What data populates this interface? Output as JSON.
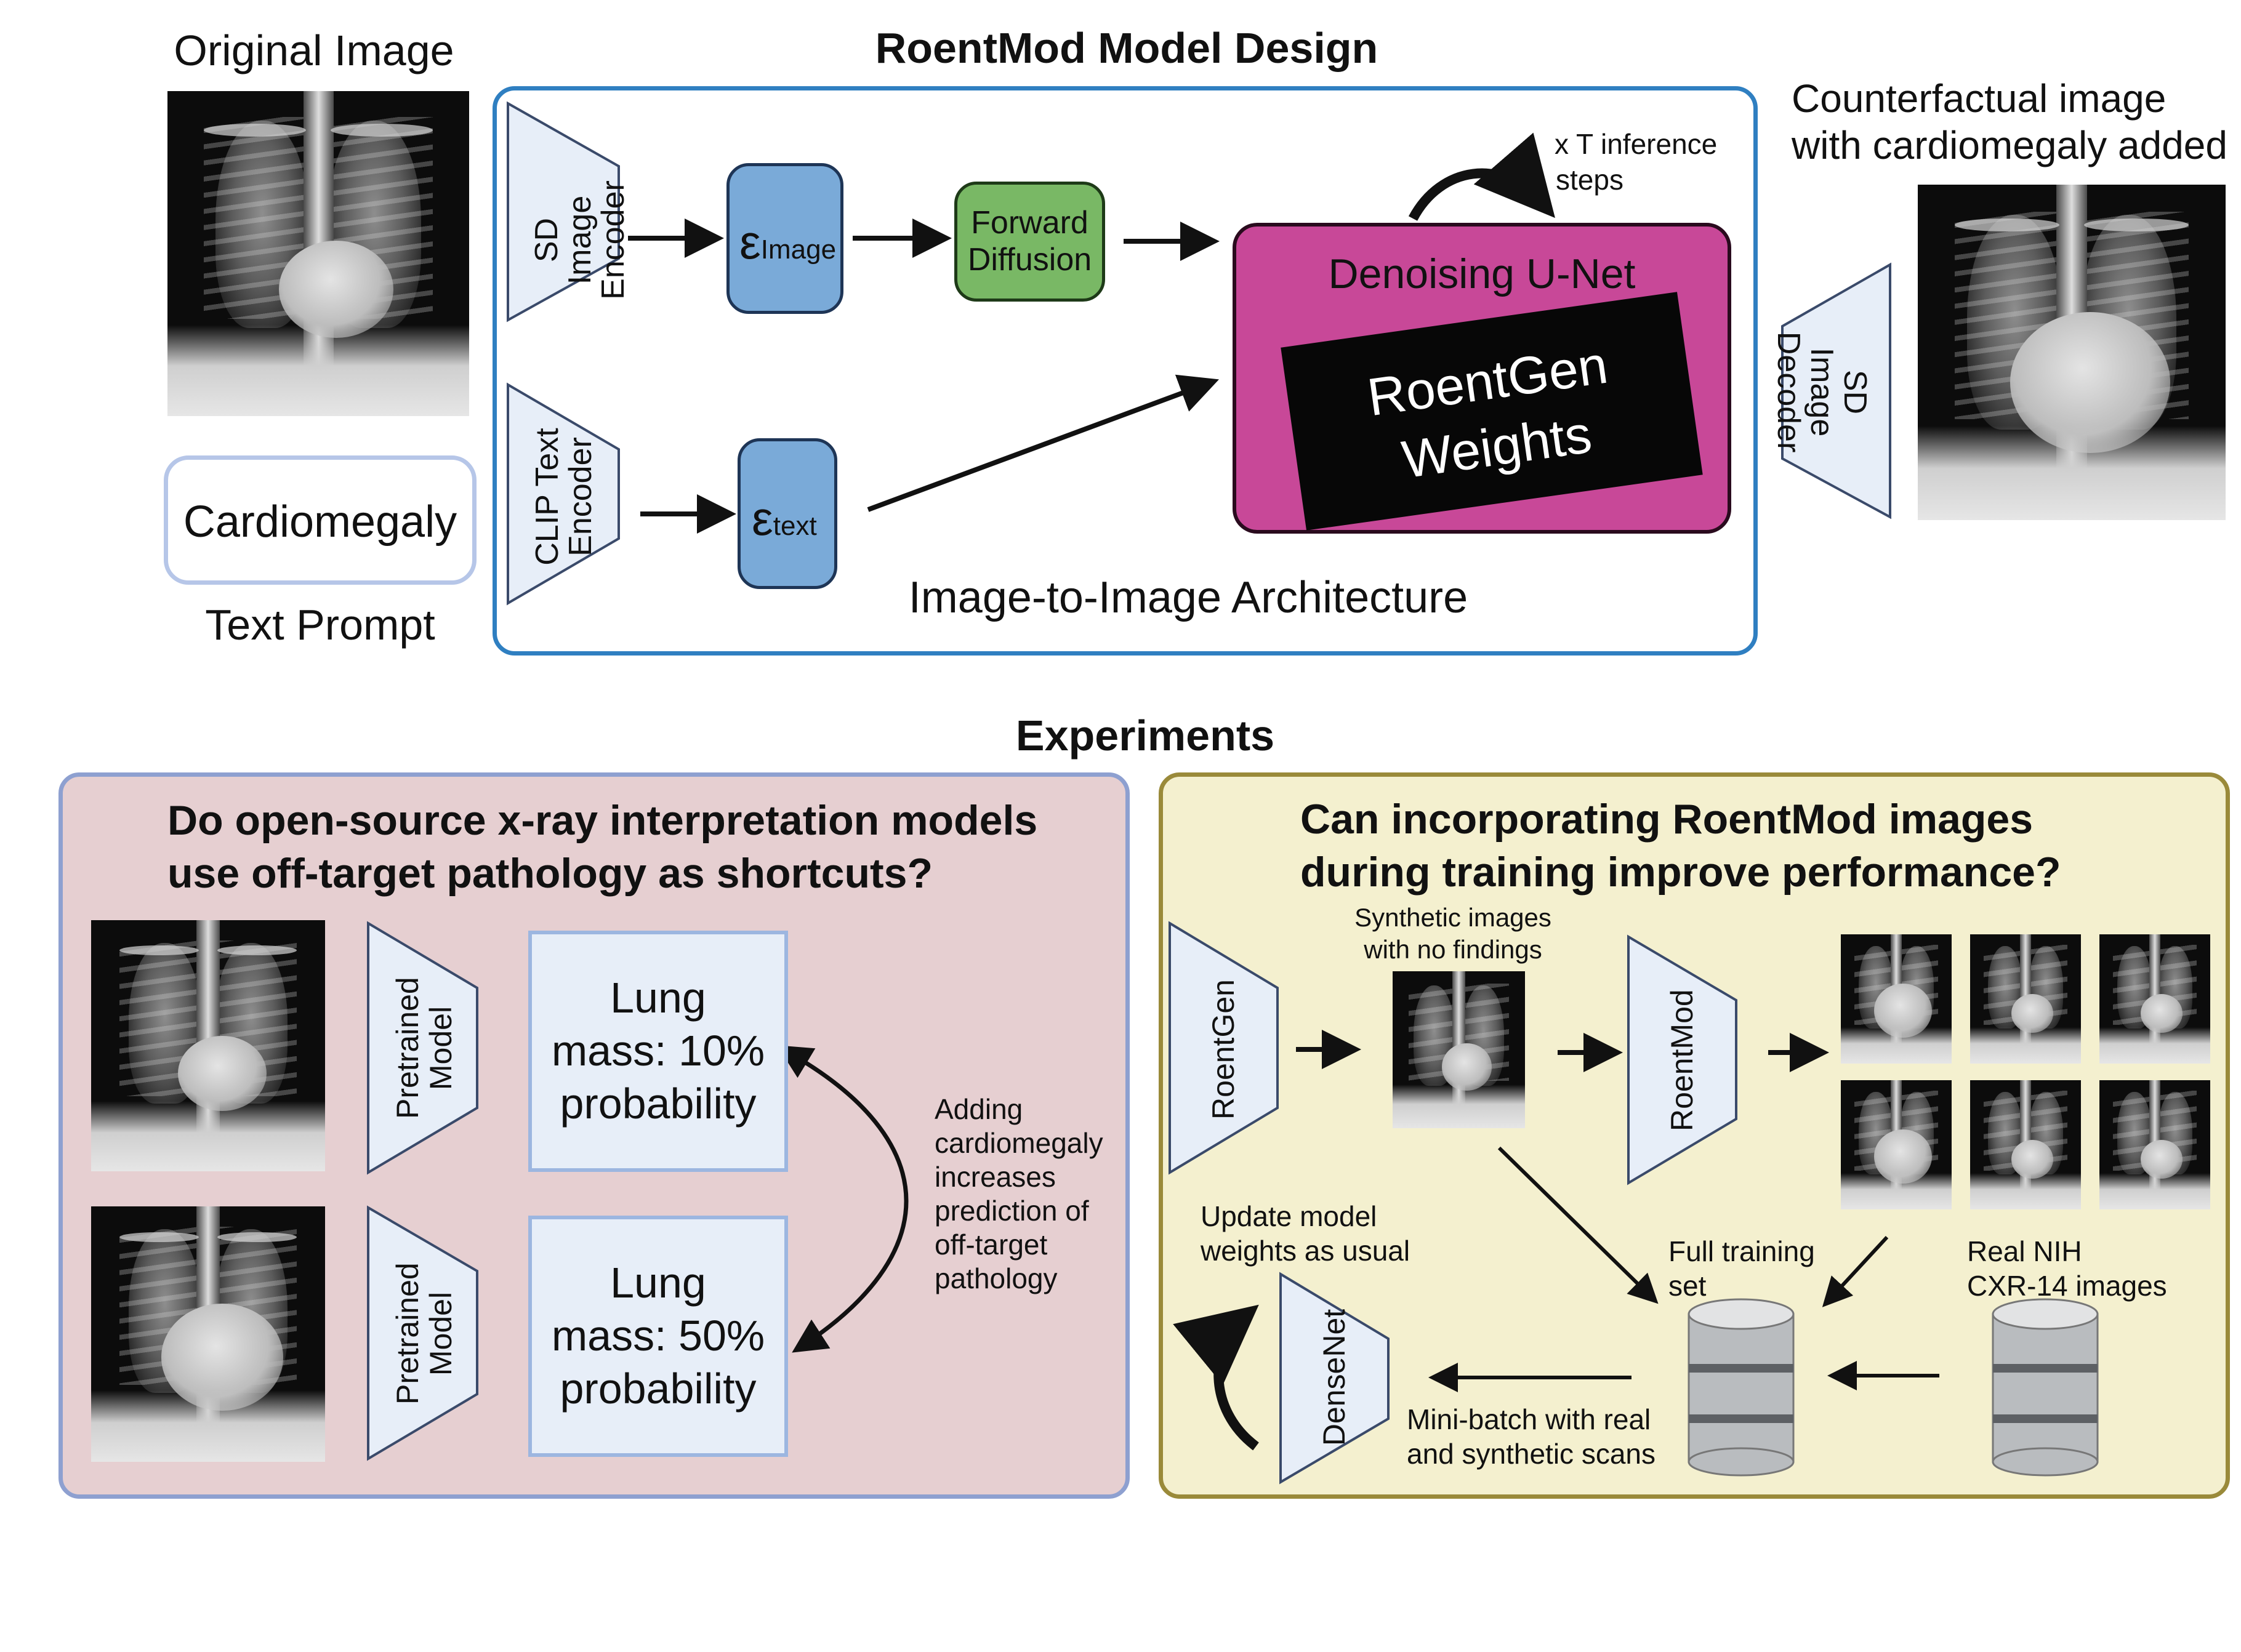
{
  "top": {
    "title": "RoentMod Model Design",
    "original_image_label": "Original Image",
    "prompt_value": "Cardiomegaly",
    "prompt_label": "Text Prompt",
    "sd_encoder": "SD Image Encoder",
    "clip_encoder": "CLIP Text Encoder",
    "eps_image_symbol": "ε",
    "eps_image_sub": "Image",
    "eps_text_symbol": "ε",
    "eps_text_sub": "text",
    "forward_diffusion": "Forward Diffusion",
    "inference_steps": [
      "x T inference",
      "steps"
    ],
    "unet_label": "Denoising U-Net",
    "weights_label": [
      "RoentGen",
      "Weights"
    ],
    "architecture_label": "Image-to-Image Architecture",
    "sd_decoder": "SD Image Decoder",
    "counterfactual_label": [
      "Counterfactual image",
      "with cardiomegaly added"
    ]
  },
  "experiments": {
    "title": "Experiments",
    "left": {
      "question": [
        "Do open-source x-ray interpretation models",
        "use off-target pathology as shortcuts?"
      ],
      "model_label": "Pretrained Model",
      "pred_top": [
        "Lung",
        "mass: 10%",
        "probability"
      ],
      "pred_bottom": [
        "Lung",
        "mass: 50%",
        "probability"
      ],
      "note": [
        "Adding",
        "cardiomegaly",
        "increases",
        "prediction of",
        "off-target",
        "pathology"
      ]
    },
    "right": {
      "question": [
        "Can incorporating RoentMod images",
        "during training improve performance?"
      ],
      "roentgen": "RoentGen",
      "synthetic_caption": [
        "Synthetic images",
        "with no findings"
      ],
      "roentmod": "RoentMod",
      "update_caption": [
        "Update model",
        "weights as usual"
      ],
      "full_training": [
        "Full training",
        "set"
      ],
      "real_nih": [
        "Real NIH",
        "CXR-14 images"
      ],
      "densenet": "DenseNet",
      "minibatch": [
        "Mini-batch with real",
        "and synthetic scans"
      ]
    }
  },
  "colors": {
    "architecture_border": "#2f7fc1",
    "eps_fill": "#7aaad8",
    "forward_fill": "#79b865",
    "unet_fill": "#c84898",
    "left_panel_fill": "#e6cfd1",
    "left_panel_border": "#8ea0d0",
    "right_panel_fill": "#f4f0cf",
    "right_panel_border": "#9a8a3a",
    "prediction_fill": "#e7eef8"
  }
}
